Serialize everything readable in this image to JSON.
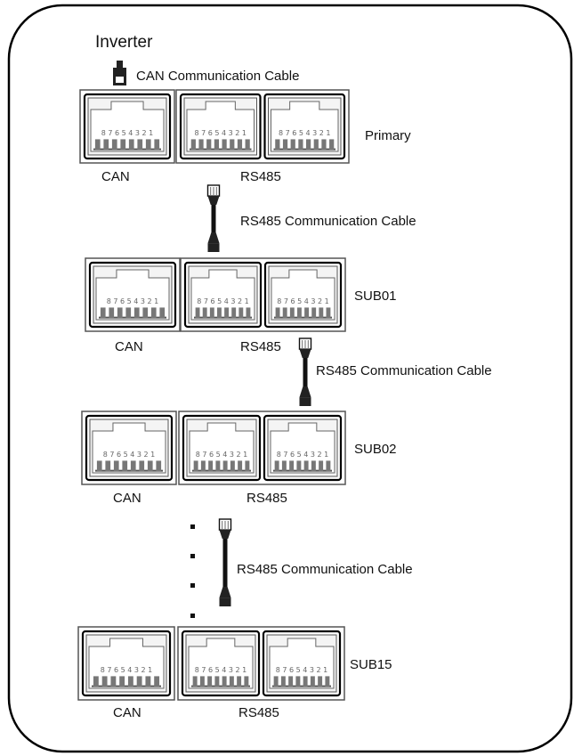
{
  "inverter": {
    "title": "Inverter",
    "cable_label": "CAN Communication Cable"
  },
  "jack_pins": "8 7 6 5 4 3 2 1",
  "units": [
    {
      "name": "Primary",
      "can_label": "CAN",
      "rs485_label": "RS485"
    },
    {
      "name": "SUB01",
      "can_label": "CAN",
      "rs485_label": "RS485"
    },
    {
      "name": "SUB02",
      "can_label": "CAN",
      "rs485_label": "RS485"
    },
    {
      "name": "SUB15",
      "can_label": "CAN",
      "rs485_label": "RS485"
    }
  ],
  "cables": [
    {
      "label": "RS485 Communication Cable"
    },
    {
      "label": "RS485 Communication Cable"
    },
    {
      "label": "RS485 Communication Cable"
    }
  ],
  "ellipsis_dots": 4
}
